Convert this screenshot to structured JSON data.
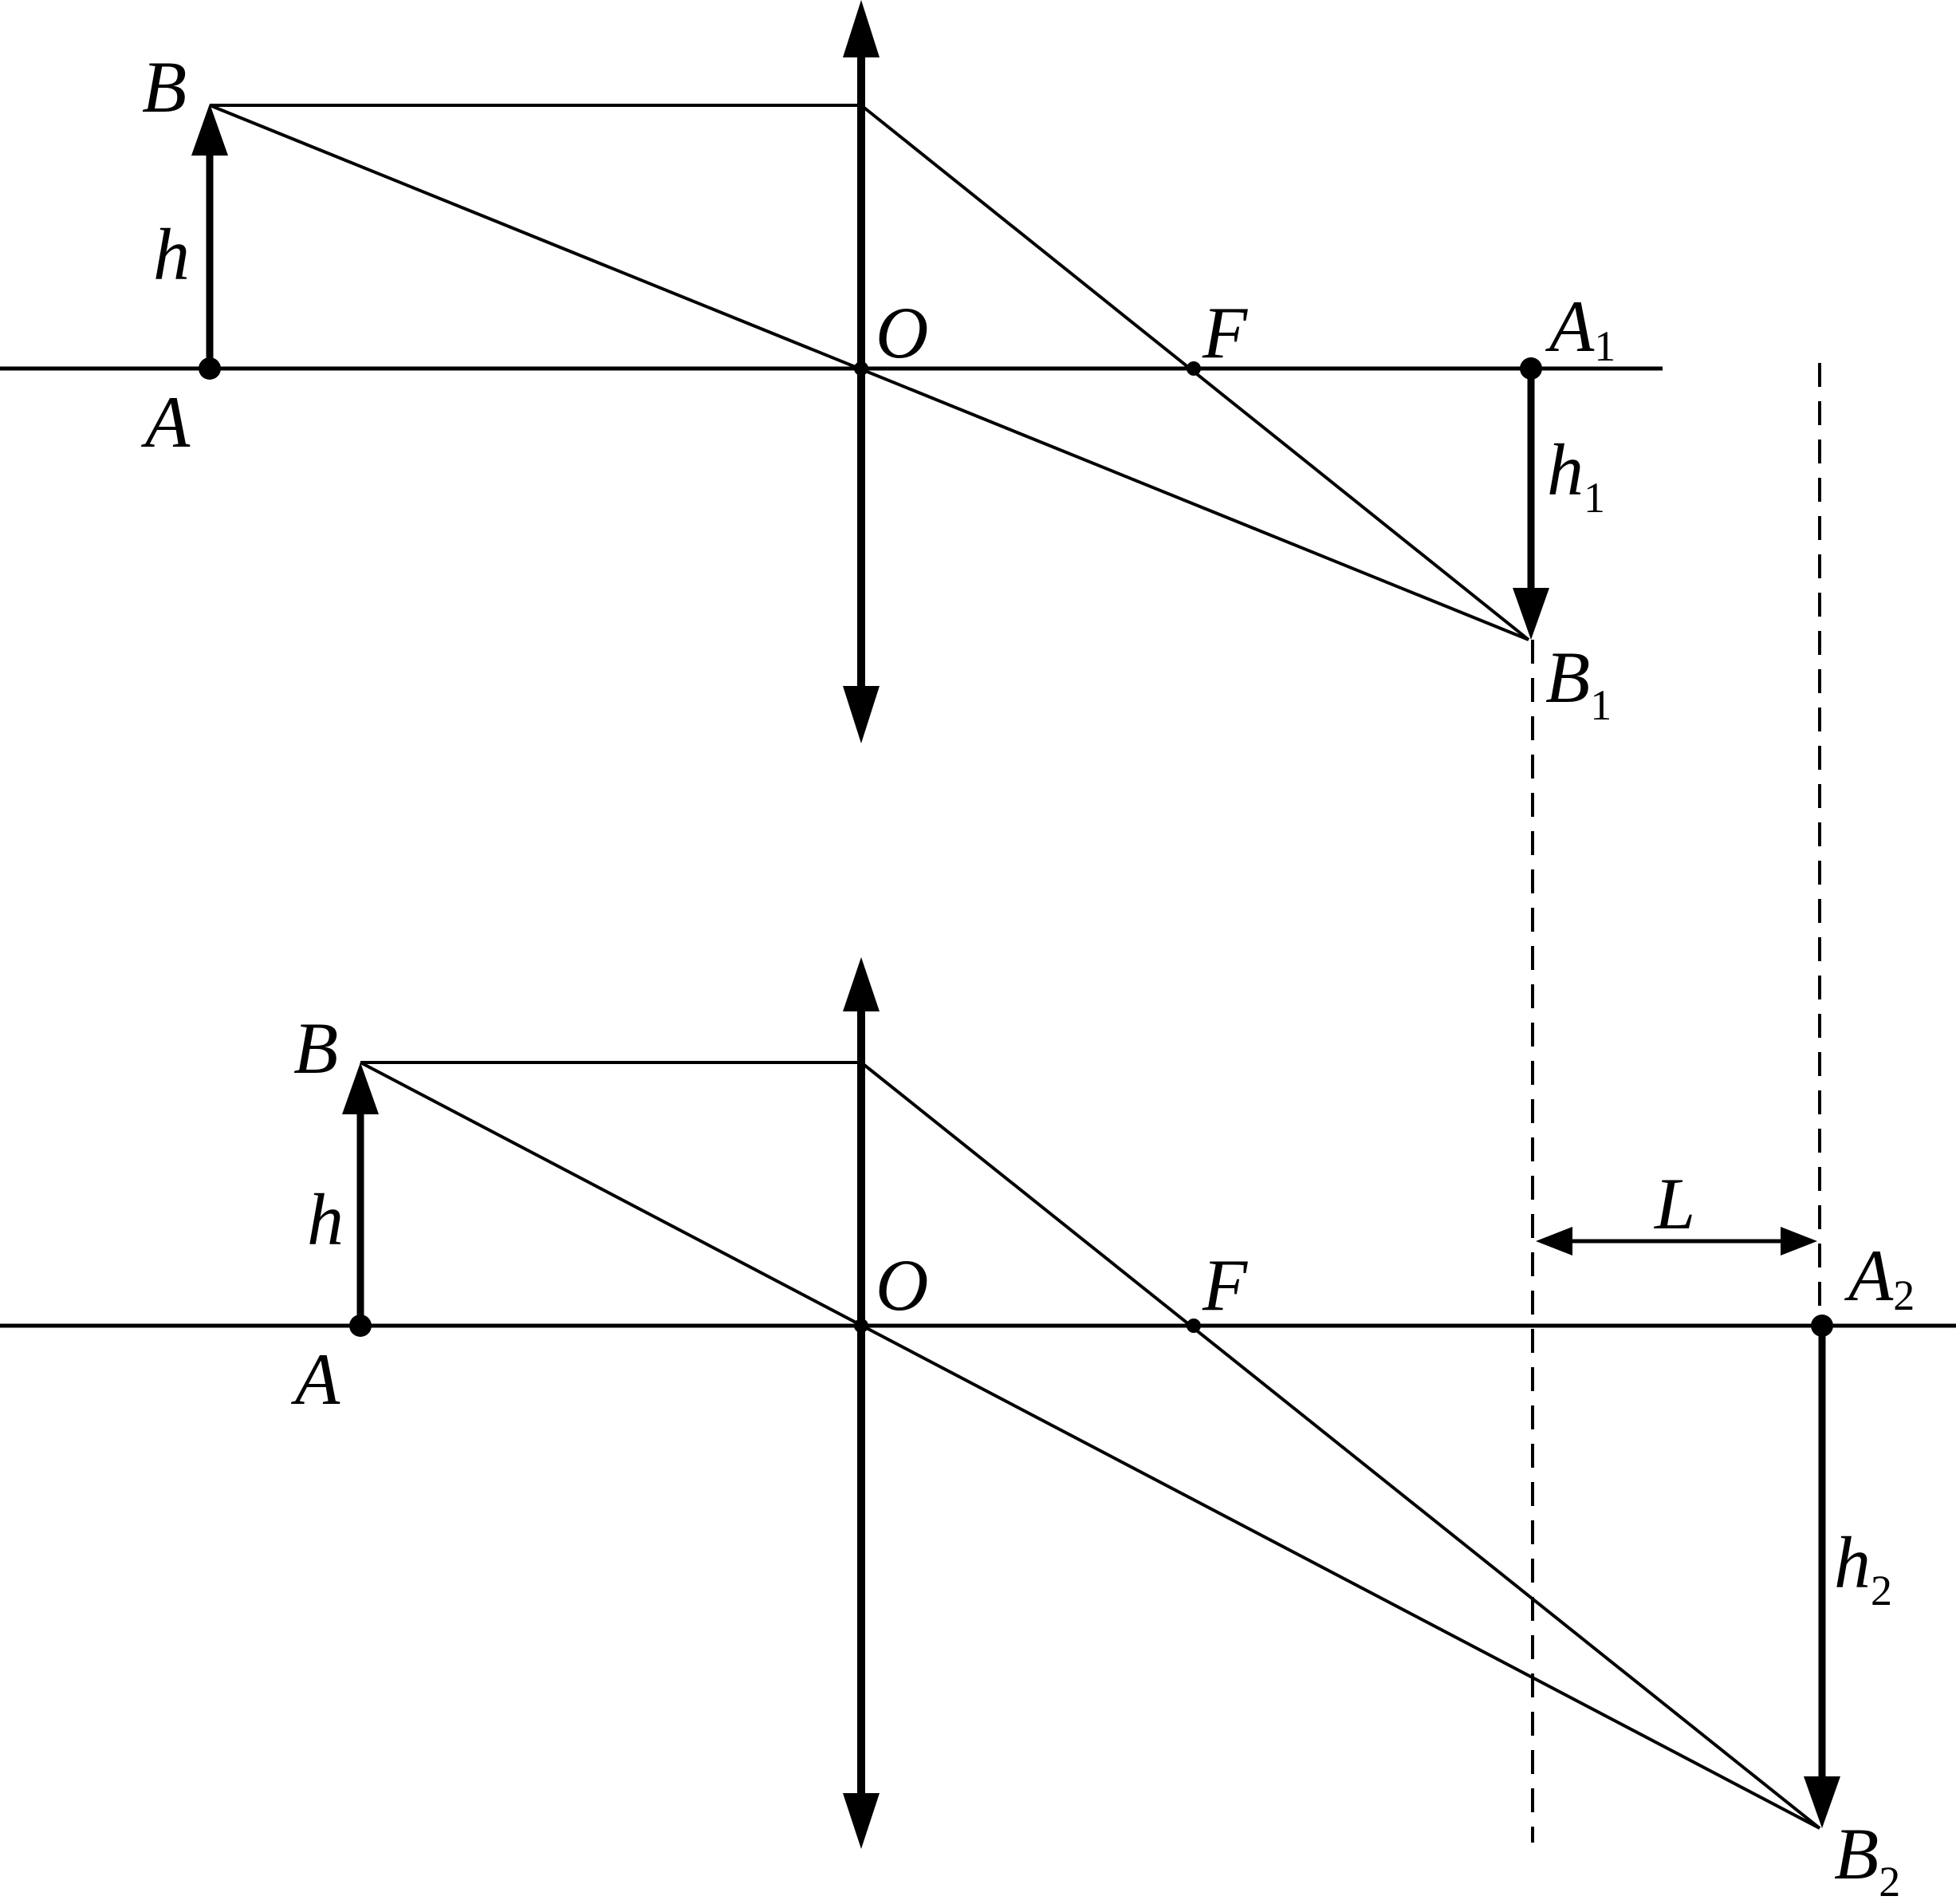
{
  "top": {
    "A": "A",
    "B": "B",
    "h": "h",
    "O": "O",
    "F": "F",
    "A_img": "A",
    "A_img_sub": "1",
    "B_img": "B",
    "B_img_sub": "1",
    "h_img": "h",
    "h_img_sub": "1"
  },
  "bottom": {
    "A": "A",
    "B": "B",
    "h": "h",
    "O": "O",
    "F": "F",
    "A_img": "A",
    "A_img_sub": "2",
    "B_img": "B",
    "B_img_sub": "2",
    "h_img": "h",
    "h_img_sub": "2",
    "L": "L"
  }
}
